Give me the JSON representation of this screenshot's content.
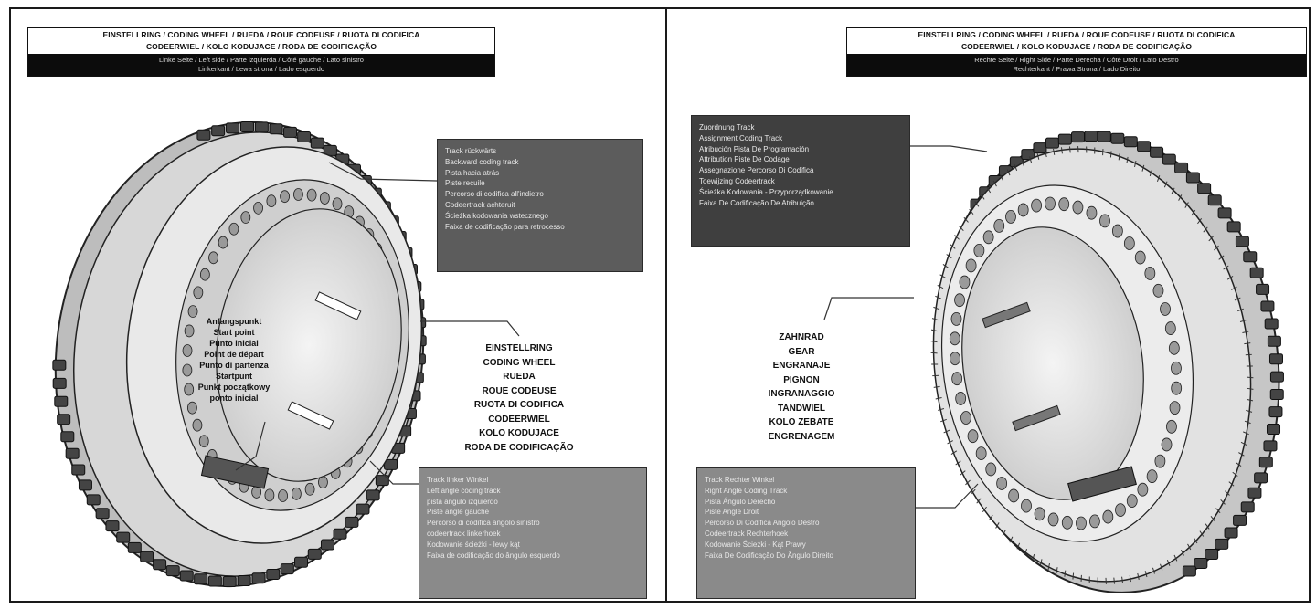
{
  "left_header": {
    "title_lines": [
      "EINSTELLRING / CODING WHEEL / RUEDA / ROUE CODEUSE / RUOTA DI CODIFICA",
      "CODEERWIEL / KOLO KODUJACE / RODA DE CODIFICAÇÃO"
    ],
    "side_lines": [
      "Linke Seite / Left side / Parte izquierda / Côté gauche / Lato sinistro",
      "Linkerkant / Lewa strona / Lado esquerdo"
    ]
  },
  "right_header": {
    "title_lines": [
      "EINSTELLRING / CODING WHEEL / RUEDA / ROUE CODEUSE / RUOTA DI CODIFICA",
      "CODEERWIEL / KOLO KODUJACE / RODA DE CODIFICAÇÃO"
    ],
    "side_lines": [
      "Rechte Seite / Right Side / Parte Derecha / Côté Droit / Lato Destro",
      "Rechterkant / Prawa Strona / Lado Direito"
    ]
  },
  "left_top_box": [
    "Track rückwärts",
    "Backward coding track",
    "Pista hacia atrás",
    "Piste recuile",
    "Percorso di codifica all'indietro",
    "Codeertrack achteruit",
    "Ścieżka kodowania wstecznego",
    "Faixa de codificação para retrocesso"
  ],
  "start_point": [
    "Anfangspunkt",
    "Start point",
    "Punto inicial",
    "Point de départ",
    "Punto di partenza",
    "Startpunt",
    "Punkt początkowy",
    "ponto inicial"
  ],
  "wheel_label": [
    "EINSTELLRING",
    "CODING WHEEL",
    "RUEDA",
    "ROUE CODEUSE",
    "RUOTA DI CODIFICA",
    "CODEERWIEL",
    "KOLO KODUJACE",
    "RODA DE CODIFICAÇÃO"
  ],
  "left_bottom_box": [
    "Track linker Winkel",
    "Left angle coding track",
    "pista ángulo izquierdo",
    "Piste angle gauche",
    "Percorso di codifica angolo sinistro",
    "codeertrack linkerhoek",
    "Kodowanie ścieżki - lewy kąt",
    "Faixa de codificação do ângulo esquerdo"
  ],
  "right_top_box": [
    "Zuordnung Track",
    "Assignment Coding Track",
    "Atribución Pista De Programación",
    "Attribution Piste De Codage",
    "Assegnazione Percorso Di Codifica",
    "Toewijzing Codeertrack",
    "Ścieżka Kodowania - Przyporządkowanie",
    "Faixa De Codificação De Atribuição"
  ],
  "gear_label": [
    "ZAHNRAD",
    "GEAR",
    "ENGRANAJE",
    "PIGNON",
    "INGRANAGGIO",
    "TANDWIEL",
    "KOLO ZEBATE",
    "ENGRENAGEM"
  ],
  "right_bottom_box": [
    "Track Rechter Winkel",
    "Right Angle Coding Track",
    "Pista Ángulo Derecho",
    "Piste Angle Droit",
    "Percorso Di Codifica Angolo Destro",
    "Codeertrack Rechterhoek",
    "Kodowanie Ścieżki - Kąt Prawy",
    "Faixa De Codificação Do Ângulo Direito"
  ],
  "colors": {
    "box_dark": "#3f3f3f",
    "box_mid": "#5c5c5c",
    "box_light": "#8a8a8a",
    "ink": "#111111"
  }
}
